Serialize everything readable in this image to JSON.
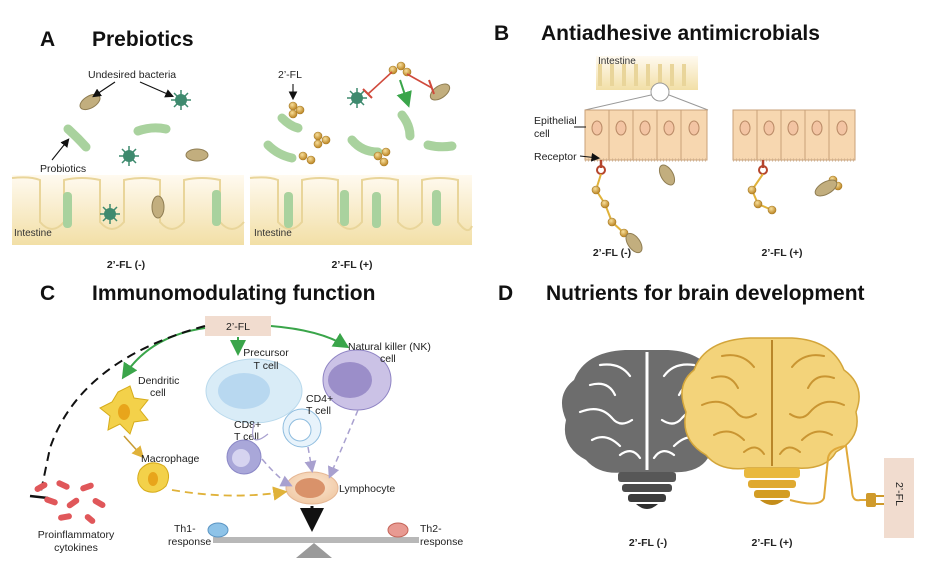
{
  "panel_a": {
    "letter": "A",
    "title": "Prebiotics",
    "undesired_bacteria": "Undesired bacteria",
    "probiotics": "Probiotics",
    "intestine_left": "Intestine",
    "intestine_right": "Intestine",
    "fl_label": "2’-FL",
    "caption_left": "2’-FL (-)",
    "caption_right": "2’-FL (+)"
  },
  "panel_b": {
    "letter": "B",
    "title": "Antiadhesive antimicrobials",
    "intestine": "Intestine",
    "epithelial_line1": "Epithelial",
    "epithelial_line2": "cell",
    "receptor": "Receptor",
    "caption_left": "2’-FL (-)",
    "caption_right": "2’-FL (+)"
  },
  "panel_c": {
    "letter": "C",
    "title": "Immunomodulating function",
    "fl_box": "2’-FL",
    "nk_line1": "Natural killer (NK)",
    "nk_line2": "cell",
    "precursor_line1": "Precursor",
    "precursor_line2": "T cell",
    "cd4_line1": "CD4+",
    "cd4_line2": "T cell",
    "cd8_line1": "CD8+",
    "cd8_line2": "T cell",
    "dendritic_line1": "Dendritic",
    "dendritic_line2": "cell",
    "macrophage": "Macrophage",
    "lymphocyte": "Lymphocyte",
    "proinflammatory_line1": "Proinflammatory",
    "proinflammatory_line2": "cytokines",
    "th1_line1": "Th1-",
    "th1_line2": "response",
    "th2_line1": "Th2-",
    "th2_line2": "response"
  },
  "panel_d": {
    "letter": "D",
    "title": "Nutrients for brain development",
    "fl_plug": "2’-FL",
    "caption_left": "2’-FL (-)",
    "caption_right": "2’-FL (+)"
  },
  "colors": {
    "bacteria": "#c2ae7e",
    "virus": "#3e8a6e",
    "probiotic": "#a9d29e",
    "intestine": "#f4e4b0",
    "oligo": "#d1a545",
    "arrow_green": "#3aa54a",
    "inhibit_red": "#d04a3c",
    "fl_box": "#f1dccf",
    "brain_gray": "#6d6d6d",
    "brain_gold": "#f3d37a",
    "cytokine": "#e0575a"
  }
}
